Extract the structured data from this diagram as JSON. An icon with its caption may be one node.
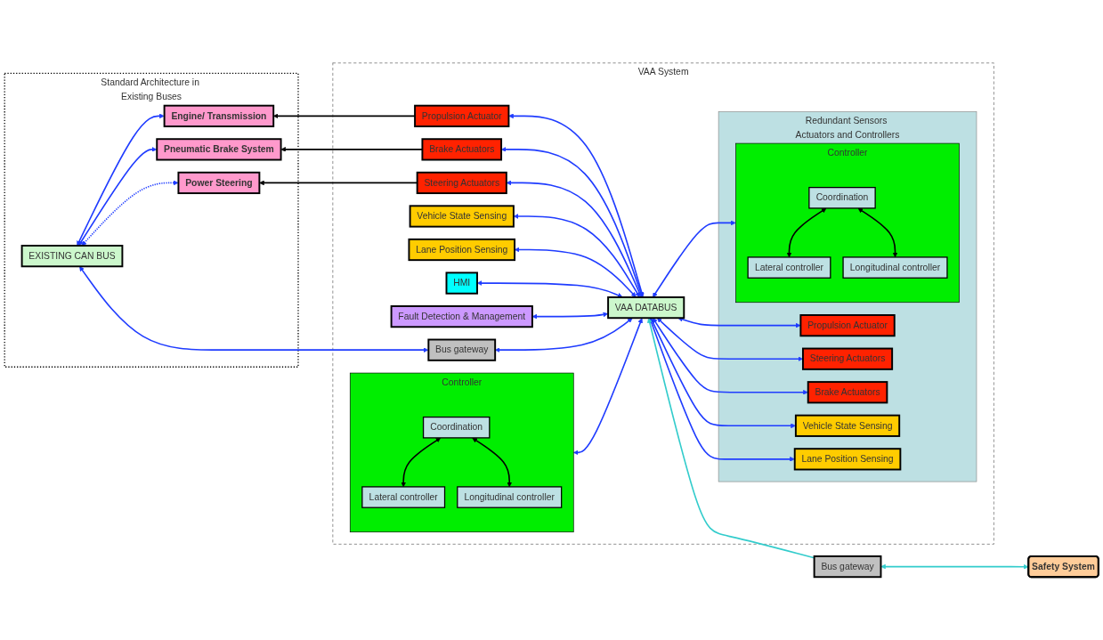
{
  "diagram": {
    "nodes": [
      {
        "text": [
          "Standard Architecture in Existing Buses"
        ]
      },
      {
        "text": [
          "EXISTING CAN BUS"
        ],
        "in": 0
      },
      {
        "text": [
          "Engine/ Transmission"
        ],
        "in": 0
      },
      {
        "text": [
          "Pneumatic Brake System"
        ],
        "in": 0
      },
      {
        "text": [
          "Power Steering"
        ],
        "in": 0
      },
      {
        "text": [
          "VAA System"
        ]
      },
      {
        "text": [
          "Propulsion Actuator"
        ],
        "in": 5
      },
      {
        "text": [
          "Brake Actuators"
        ],
        "in": 5
      },
      {
        "text": [
          "Steering Actuators"
        ],
        "in": 5
      },
      {
        "text": [
          "Controller"
        ],
        "in": 5
      },
      {
        "text": [
          "Coordination"
        ],
        "in": 9
      },
      {
        "text": [
          "Lateral controller"
        ],
        "in": 9
      },
      {
        "text": [
          "Longitudinal controller"
        ],
        "in": 9
      },
      {
        "text": [
          "Vehicle State Sensing"
        ],
        "in": 5
      },
      {
        "text": [
          "Lane Position Sensing"
        ],
        "in": 5
      },
      {
        "text": [
          "HMI"
        ],
        "in": 5
      },
      {
        "text": [
          "Fault Detection & Management"
        ],
        "in": 5
      },
      {
        "text": [
          "Bus gateway"
        ],
        "in": 5
      },
      {
        "text": [
          "VAA DATABUS"
        ],
        "in": 5
      },
      {
        "text": [
          "Redundant Sensors Actuators and Controllers"
        ],
        "in": 5
      },
      {
        "text": [
          "Propulsion Actuator"
        ],
        "in": 19
      },
      {
        "text": [
          "Steering Actuators"
        ],
        "in": 19
      },
      {
        "text": [
          "Brake Actuators"
        ],
        "in": 19
      },
      {
        "text": [
          "Controller"
        ],
        "in": 19
      },
      {
        "text": [
          "Coordination"
        ],
        "in": 23
      },
      {
        "text": [
          "Lateral controller"
        ],
        "in": 23
      },
      {
        "text": [
          "Longitudinal controller"
        ],
        "in": 23
      },
      {
        "text": [
          "Vehicle State Sensing"
        ],
        "in": 19
      },
      {
        "text": [
          "Lane Position Sensing"
        ],
        "in": 19
      },
      {
        "text": [
          "Safety System"
        ]
      },
      {
        "text": [
          "Bus gateway"
        ]
      }
    ],
    "edges": [
      {
        "from": 2,
        "to": 1,
        "arrow": "both"
      },
      {
        "from": 3,
        "to": 1,
        "arrow": "both"
      },
      {
        "from": 4,
        "to": 1,
        "arrow": "both",
        "style": "dashed"
      },
      {
        "from": 6,
        "to": 2,
        "arrow": "to",
        "color": "#000000"
      },
      {
        "from": 7,
        "to": 3,
        "arrow": "to",
        "color": "#000000"
      },
      {
        "from": 8,
        "to": 4,
        "arrow": "to",
        "color": "#000000"
      },
      {
        "from": 18,
        "to": 6,
        "arrow": "both"
      },
      {
        "from": 18,
        "to": 7,
        "arrow": "both"
      },
      {
        "from": 18,
        "to": 8,
        "arrow": "both"
      },
      {
        "from": 10,
        "to": 11,
        "arrow": "both",
        "color": "#000000"
      },
      {
        "from": 10,
        "to": 12,
        "arrow": "both",
        "color": "#000000"
      },
      {
        "from": 18,
        "to": 9,
        "arrow": "both"
      },
      {
        "from": 18,
        "to": 13,
        "arrow": "both"
      },
      {
        "from": 18,
        "to": 14,
        "arrow": "both"
      },
      {
        "from": 18,
        "to": 15,
        "arrow": "both"
      },
      {
        "from": 18,
        "to": 16,
        "arrow": "both"
      },
      {
        "from": 18,
        "to": 17,
        "arrow": "both"
      },
      {
        "from": 20,
        "to": 18,
        "arrow": "both"
      },
      {
        "from": 21,
        "to": 18,
        "arrow": "both"
      },
      {
        "from": 22,
        "to": 18,
        "arrow": "both"
      },
      {
        "from": 23,
        "to": 18,
        "arrow": "both"
      },
      {
        "from": 24,
        "to": 25,
        "arrow": "both",
        "color": "#000000"
      },
      {
        "from": 24,
        "to": 26,
        "arrow": "both",
        "color": "#000000"
      },
      {
        "from": 27,
        "to": 18,
        "arrow": "both"
      },
      {
        "from": 28,
        "to": 18,
        "arrow": "both"
      },
      {
        "from": 17,
        "to": 1,
        "arrow": "both"
      },
      {
        "from": 30,
        "to": 18,
        "arrow": "to",
        "color": "#33cccc"
      },
      {
        "from": 29,
        "to": 30,
        "arrow": "both",
        "color": "#33cccc"
      }
    ]
  }
}
